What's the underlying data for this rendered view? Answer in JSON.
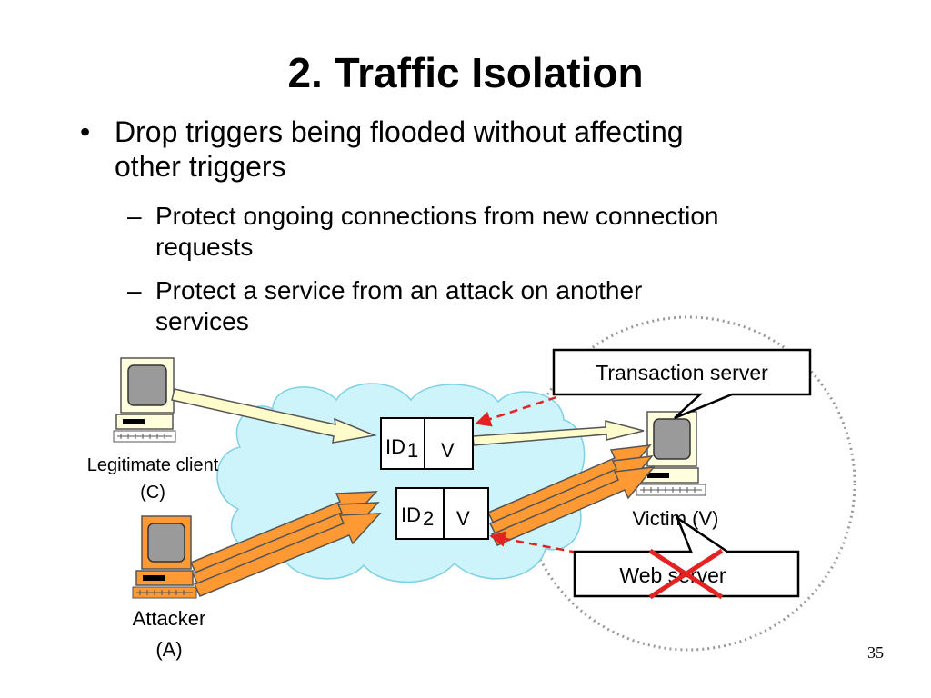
{
  "slide": {
    "title": "2. Traffic Isolation",
    "page_number": "35"
  },
  "bullets": [
    {
      "marker": "•",
      "lines": [
        "Drop triggers being flooded without affecting",
        "other triggers"
      ],
      "subitems": [
        {
          "marker": "–",
          "lines": [
            "Protect ongoing connections from new connection",
            "requests"
          ]
        },
        {
          "marker": "–",
          "lines": [
            "Protect a service from an attack on another",
            "services"
          ]
        }
      ]
    }
  ],
  "diagram": {
    "legit_client_label": [
      "Legitimate client",
      "(C)"
    ],
    "attacker_label": [
      "Attacker",
      "(A)"
    ],
    "victim_label": "Victim (V)",
    "callout_transaction": "Transaction server",
    "callout_web": "Web server",
    "trigger1": {
      "id_text": "ID",
      "id_sub": "1",
      "target": "V"
    },
    "trigger2": {
      "id_text": "ID",
      "id_sub": "2",
      "target": "V"
    },
    "colors": {
      "cloud_fill": "#cdf4fb",
      "attack_arrow": "#ff9933",
      "legit_arrow": "#fffccc",
      "dashed_arrow": "#e32222",
      "cross": "#e32222",
      "trigger_id_text": "#e32222",
      "attacker_computer": "#ff9933",
      "client_computer": "#ffffdd"
    }
  }
}
